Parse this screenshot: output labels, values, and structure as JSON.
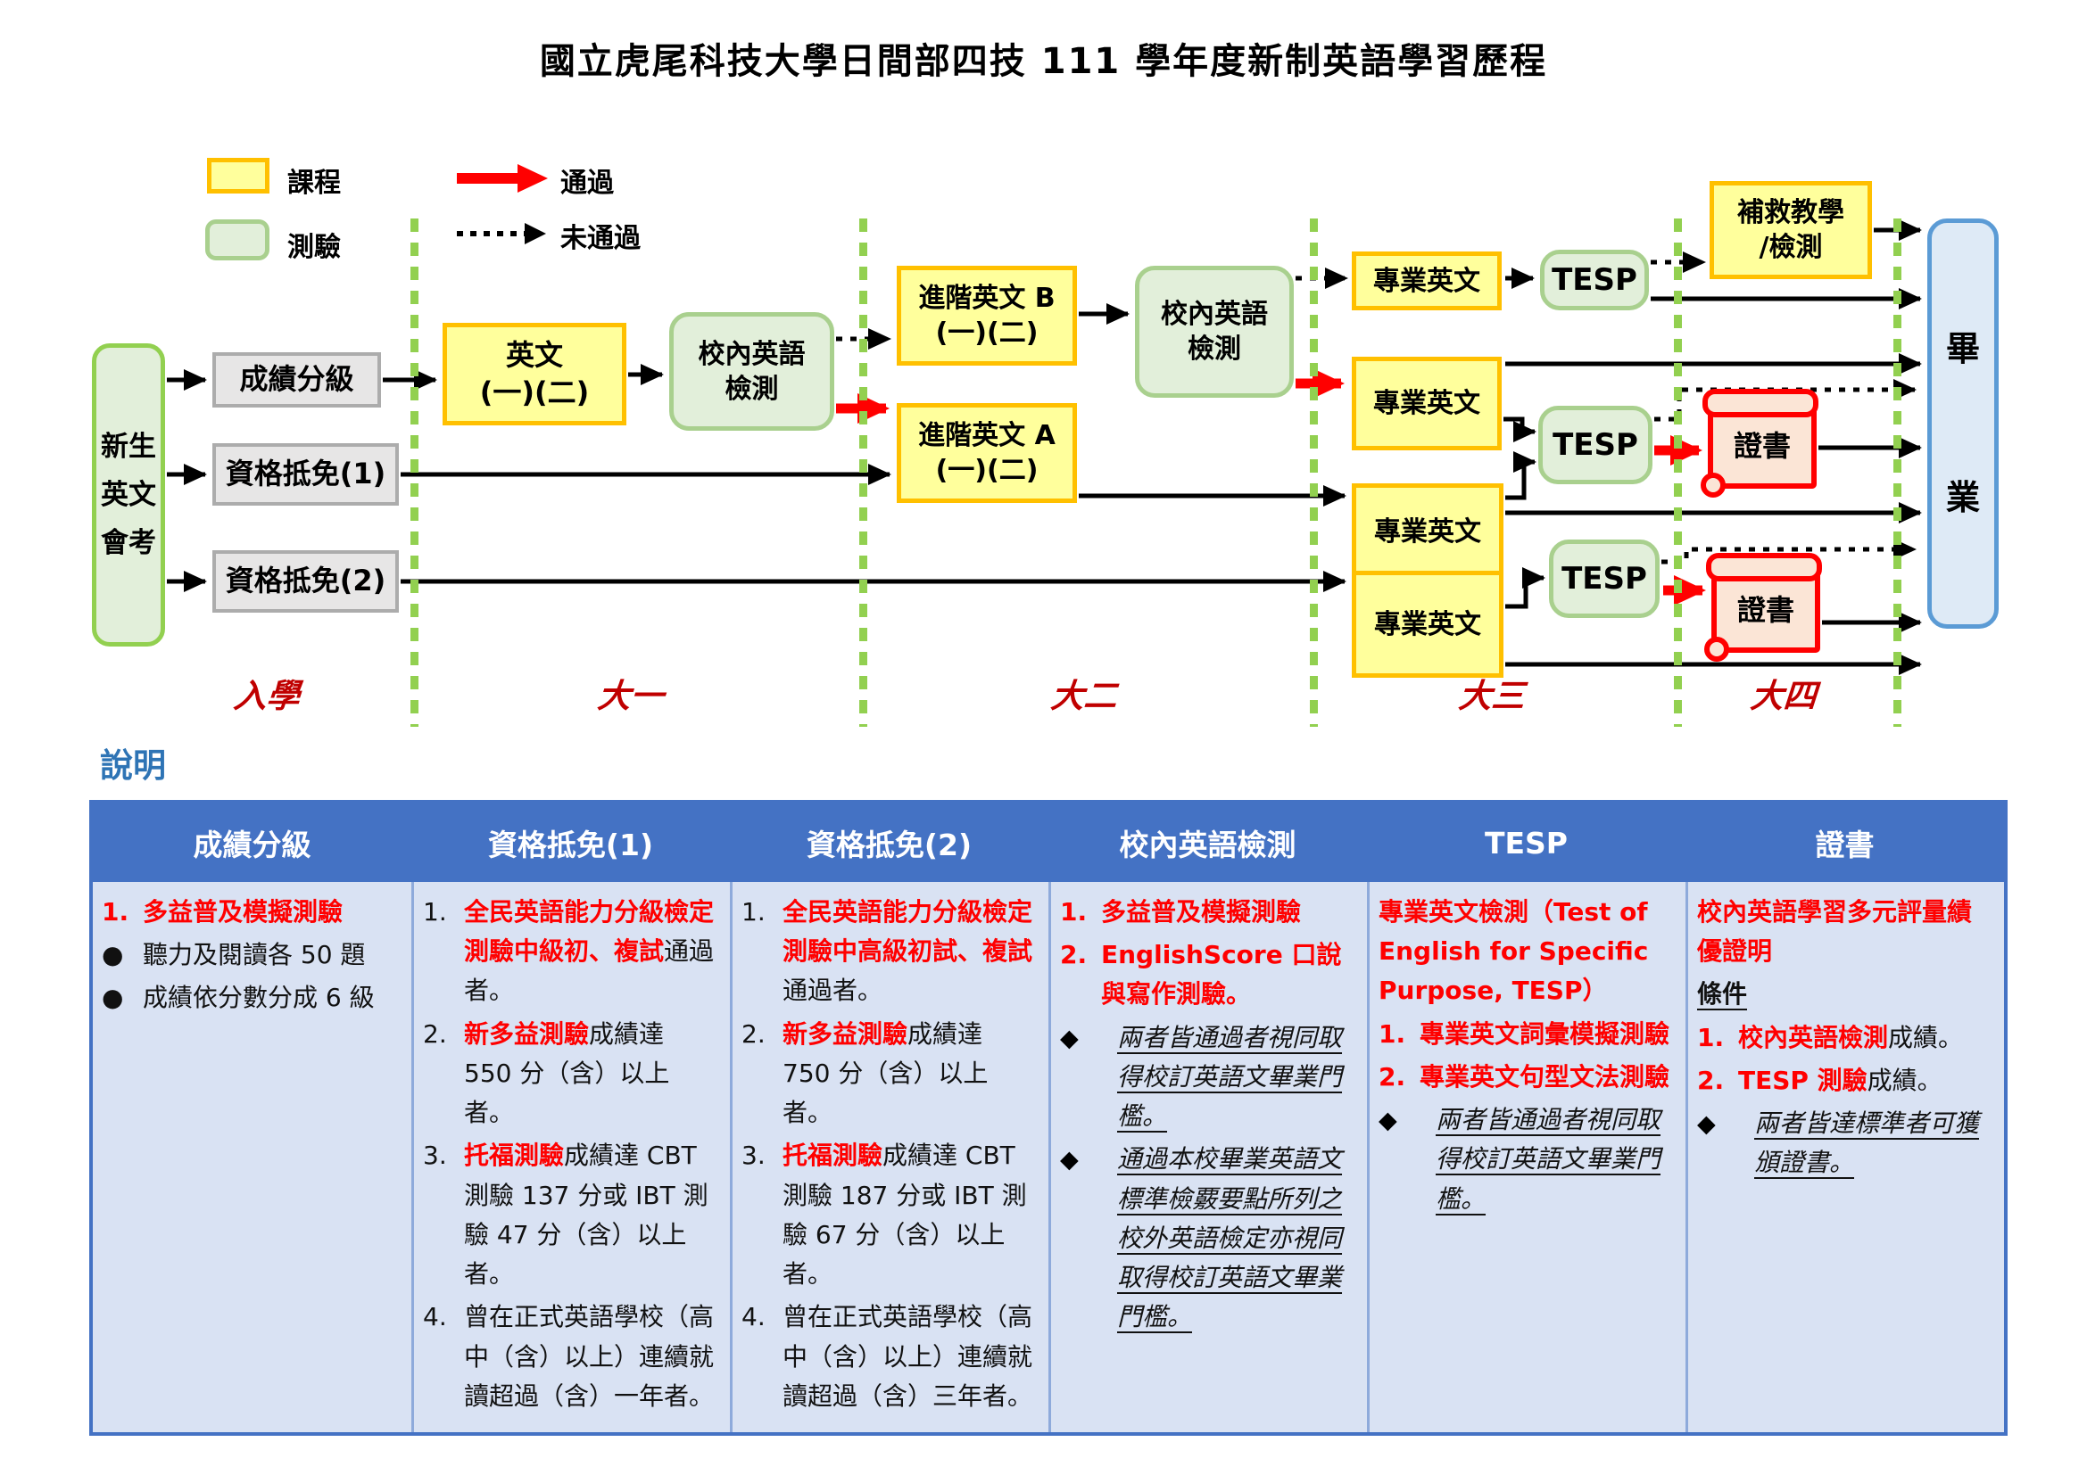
{
  "title": "國立虎尾科技大學日間部四技 111 學年度新制英語學習歷程",
  "legend": {
    "course": "課程",
    "test": "測驗",
    "pass": "通過",
    "fail": "未通過"
  },
  "stages": [
    "入學",
    "大一",
    "大二",
    "大三",
    "大四"
  ],
  "flow": {
    "freshman": "新生英文會考",
    "grade": "成績分級",
    "waiver1": "資格抵免(1)",
    "waiver2": "資格抵免(2)",
    "english12_l1": "英文",
    "english12_l2": "(一)(二)",
    "check_l1": "校內英語",
    "check_l2": "檢測",
    "advB_l1": "進階英文 B",
    "advB_l2": "(一)(二)",
    "advA_l1": "進階英文 A",
    "advA_l2": "(一)(二)",
    "pro": "專業英文",
    "tesp": "TESP",
    "remedial_l1": "補救教學",
    "remedial_l2": "/檢測",
    "cert": "證書",
    "grad": [
      "畢",
      "業"
    ]
  },
  "notes_heading": "說明",
  "table": {
    "headers": [
      "成績分級",
      "資格抵免(1)",
      "資格抵免(2)",
      "校內英語檢測",
      "TESP",
      "證書"
    ],
    "columns": [
      [
        {
          "m": [
            "r",
            "1."
          ],
          "runs": [
            [
              "r",
              "多益普及模擬測驗"
            ]
          ]
        },
        {
          "m": [
            "b",
            "●"
          ],
          "runs": [
            [
              "b",
              "聽力及閱讀各 50 題"
            ]
          ]
        },
        {
          "m": [
            "b",
            "●"
          ],
          "runs": [
            [
              "b",
              "成績依分數分成 6 級"
            ]
          ]
        }
      ],
      [
        {
          "m": [
            "b",
            "1."
          ],
          "runs": [
            [
              "r",
              "全民英語能力分級檢定測驗中級初、複試"
            ],
            [
              "b",
              "通過者。"
            ]
          ]
        },
        {
          "m": [
            "b",
            "2."
          ],
          "runs": [
            [
              "r",
              "新多益測驗"
            ],
            [
              "b",
              "成績達 550 分（含）以上者。"
            ]
          ]
        },
        {
          "m": [
            "b",
            "3."
          ],
          "runs": [
            [
              "r",
              "托福測驗"
            ],
            [
              "b",
              "成績達 CBT 測驗 137 分或 IBT 測驗 47 分（含）以上者。"
            ]
          ]
        },
        {
          "m": [
            "b",
            "4."
          ],
          "runs": [
            [
              "b",
              "曾在正式英語學校（高中（含）以上）連續就讀超過（含）一年者。"
            ]
          ]
        }
      ],
      [
        {
          "m": [
            "b",
            "1."
          ],
          "runs": [
            [
              "r",
              "全民英語能力分級檢定測驗中高級初試、複試"
            ],
            [
              "b",
              "通過者。"
            ]
          ]
        },
        {
          "m": [
            "b",
            "2."
          ],
          "runs": [
            [
              "r",
              "新多益測驗"
            ],
            [
              "b",
              "成績達 750 分（含）以上者。"
            ]
          ]
        },
        {
          "m": [
            "b",
            "3."
          ],
          "runs": [
            [
              "r",
              "托福測驗"
            ],
            [
              "b",
              "成績達 CBT 測驗 187 分或 IBT 測驗 67 分（含）以上者。"
            ]
          ]
        },
        {
          "m": [
            "b",
            "4."
          ],
          "runs": [
            [
              "b",
              "曾在正式英語學校（高中（含）以上）連續就讀超過（含）三年者。"
            ]
          ]
        }
      ],
      [
        {
          "m": [
            "r",
            "1."
          ],
          "runs": [
            [
              "r",
              "多益普及模擬測驗"
            ]
          ]
        },
        {
          "m": [
            "r",
            "2."
          ],
          "runs": [
            [
              "r",
              "EnglishScore 口說與寫作測驗。"
            ]
          ]
        },
        {
          "m": [
            "dm",
            "◆"
          ],
          "runs": [
            [
              "iu",
              "兩者皆通過者視同取得校訂英語文畢業門檻。"
            ]
          ]
        },
        {
          "m": [
            "dm",
            "◆"
          ],
          "runs": [
            [
              "iu",
              "通過本校畢業英語文標準檢覈要點所列之校外英語檢定亦視同取得校訂英語文畢業門檻。"
            ]
          ]
        }
      ],
      [
        {
          "m": null,
          "runs": [
            [
              "r",
              "專業英文檢測（Test of English for Specific Purpose, TESP）"
            ]
          ]
        },
        {
          "m": [
            "r",
            "1."
          ],
          "runs": [
            [
              "r",
              "專業英文詞彙模擬測驗"
            ]
          ]
        },
        {
          "m": [
            "r",
            "2."
          ],
          "runs": [
            [
              "r",
              "專業英文句型文法測驗"
            ]
          ]
        },
        {
          "m": [
            "dm",
            "◆"
          ],
          "runs": [
            [
              "iu",
              "兩者皆通過者視同取得校訂英語文畢業門檻。"
            ]
          ]
        }
      ],
      [
        {
          "m": null,
          "runs": [
            [
              "r",
              "校內英語學習多元評量績優證明"
            ]
          ]
        },
        {
          "m": null,
          "runs": [
            [
              "bu",
              "條件"
            ]
          ]
        },
        {
          "m": [
            "r",
            "1."
          ],
          "runs": [
            [
              "r",
              "校內英語檢測"
            ],
            [
              "b",
              "成績。"
            ]
          ]
        },
        {
          "m": [
            "r",
            "2."
          ],
          "runs": [
            [
              "r",
              "TESP 測驗"
            ],
            [
              "b",
              "成績。"
            ]
          ]
        },
        {
          "m": [
            "dm",
            "◆"
          ],
          "runs": [
            [
              "iu",
              "兩者皆達標準者可獲頒證書。"
            ]
          ]
        }
      ]
    ]
  },
  "colors": {
    "course_fill": "#FFFF9C",
    "course_border": "#FFC000",
    "test_fill": "#E2EFDA",
    "test_border": "#A9D08E",
    "freshman_border": "#92D050",
    "divider_green": "#92D050",
    "gray_fill": "#E7E6E6",
    "gray_border": "#ACACAC",
    "grad_fill": "#DEEAF6",
    "grad_border": "#5B9BD5",
    "cert_fill": "#FBE5D6",
    "cert_border": "#FF0000",
    "pass_red": "#FF0000",
    "fail_black": "#000000",
    "stage_red": "#C00000",
    "heading_blue": "#2E74B5",
    "table_header_bg": "#4472C4",
    "table_body_bg": "#D9E2F3"
  }
}
